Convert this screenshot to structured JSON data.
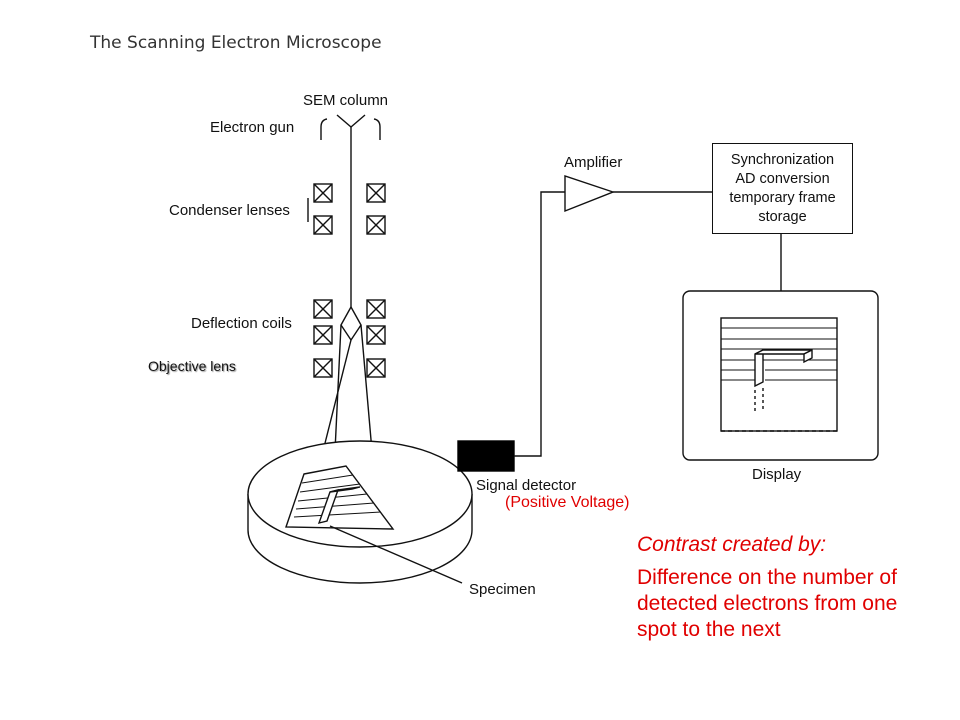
{
  "title": "The Scanning Electron Microscope",
  "labels": {
    "sem_column": "SEM column",
    "electron_gun": "Electron gun",
    "condenser_lenses": "Condenser lenses",
    "deflection_coils": "Deflection coils",
    "objective_lens": "Objective lens",
    "amplifier": "Amplifier",
    "signal_detector": "Signal detector",
    "positive_voltage": "(Positive Voltage)",
    "specimen": "Specimen",
    "display": "Display"
  },
  "processing_box": {
    "lines": [
      "Synchronization",
      "AD conversion",
      "temporary frame",
      "storage"
    ]
  },
  "contrast_note": {
    "heading": "Contrast created by:",
    "lines": [
      "Difference on the number of",
      "detected electrons from one",
      "spot to the next"
    ]
  },
  "colors": {
    "annotation_red": "#e00000",
    "line_black": "#111111",
    "detector_fill": "#000000"
  }
}
